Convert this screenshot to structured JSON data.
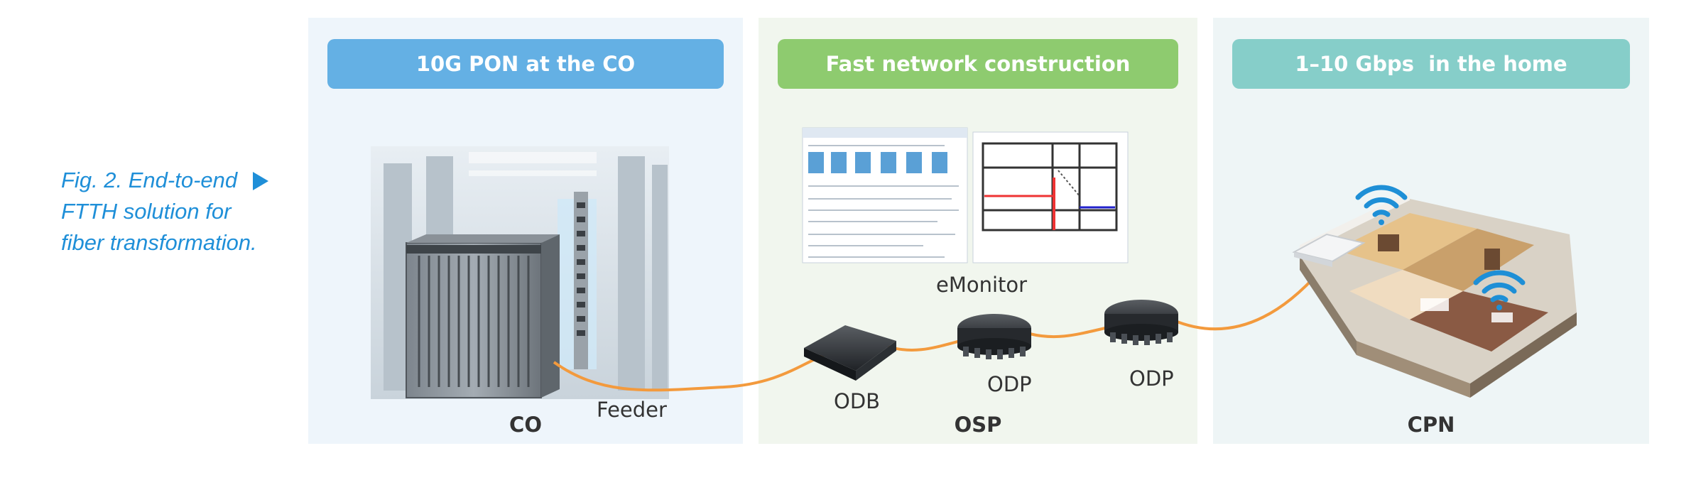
{
  "caption": {
    "lines": [
      "Fig. 2. End-to-end",
      "FTTH solution for",
      "fiber transformation."
    ]
  },
  "panels": [
    {
      "header": "10G PON at the CO",
      "footer": "CO"
    },
    {
      "header": "Fast network construction",
      "footer": "OSP"
    },
    {
      "header": "1–10 Gbps  in the home",
      "footer": "CPN"
    }
  ],
  "labels": {
    "feeder": "Feeder",
    "emonitor": "eMonitor",
    "odb": "ODB",
    "odp1": "ODP",
    "odp2": "ODP"
  },
  "colors": {
    "accent": "#1f8fd8",
    "fiber": "#f39a3d",
    "wifi": "#1e8fd6",
    "header_co": "#64b0e4",
    "header_osp": "#8ecb6f",
    "header_cpn": "#86cec9"
  },
  "icons": [
    "arrow-right-icon",
    "olt-rack-icon",
    "odb-box-icon",
    "odp-box-icon",
    "wifi-icon",
    "home-cutaway-icon",
    "emonitor-screenshot-icon"
  ]
}
